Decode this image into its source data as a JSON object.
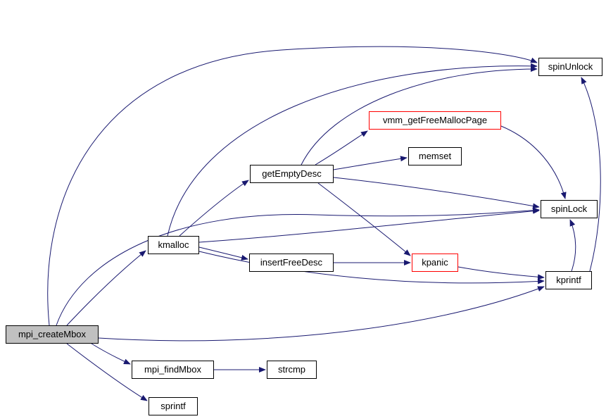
{
  "diagram": {
    "type": "call-graph",
    "description": "Doxygen-style function call graph",
    "colors": {
      "background": "#ffffff",
      "edge": "#191970",
      "node_border": "#000000",
      "node_fill": "#ffffff",
      "highlight_border": "#ff0000",
      "selected_fill": "#c0c0c0",
      "label": "#000000"
    },
    "nodes": [
      {
        "id": "mpi_createMbox",
        "label": "mpi_createMbox",
        "style": "selected"
      },
      {
        "id": "kmalloc",
        "label": "kmalloc",
        "style": "normal"
      },
      {
        "id": "getEmptyDesc",
        "label": "getEmptyDesc",
        "style": "normal"
      },
      {
        "id": "vmm_getFreeMallocPage",
        "label": "vmm_getFreeMallocPage",
        "style": "red"
      },
      {
        "id": "memset",
        "label": "memset",
        "style": "normal"
      },
      {
        "id": "spinUnlock",
        "label": "spinUnlock",
        "style": "normal"
      },
      {
        "id": "spinLock",
        "label": "spinLock",
        "style": "normal"
      },
      {
        "id": "insertFreeDesc",
        "label": "insertFreeDesc",
        "style": "normal"
      },
      {
        "id": "kpanic",
        "label": "kpanic",
        "style": "red"
      },
      {
        "id": "kprintf",
        "label": "kprintf",
        "style": "normal"
      },
      {
        "id": "mpi_findMbox",
        "label": "mpi_findMbox",
        "style": "normal"
      },
      {
        "id": "strcmp",
        "label": "strcmp",
        "style": "normal"
      },
      {
        "id": "sprintf",
        "label": "sprintf",
        "style": "normal"
      }
    ],
    "edges": [
      {
        "from": "mpi_createMbox",
        "to": "kmalloc"
      },
      {
        "from": "mpi_createMbox",
        "to": "mpi_findMbox"
      },
      {
        "from": "mpi_createMbox",
        "to": "sprintf"
      },
      {
        "from": "mpi_createMbox",
        "to": "spinLock"
      },
      {
        "from": "mpi_createMbox",
        "to": "spinUnlock"
      },
      {
        "from": "mpi_createMbox",
        "to": "kprintf"
      },
      {
        "from": "kmalloc",
        "to": "getEmptyDesc"
      },
      {
        "from": "kmalloc",
        "to": "insertFreeDesc"
      },
      {
        "from": "kmalloc",
        "to": "kprintf"
      },
      {
        "from": "kmalloc",
        "to": "spinLock"
      },
      {
        "from": "kmalloc",
        "to": "spinUnlock"
      },
      {
        "from": "getEmptyDesc",
        "to": "vmm_getFreeMallocPage"
      },
      {
        "from": "getEmptyDesc",
        "to": "memset"
      },
      {
        "from": "getEmptyDesc",
        "to": "kpanic"
      },
      {
        "from": "getEmptyDesc",
        "to": "spinLock"
      },
      {
        "from": "getEmptyDesc",
        "to": "spinUnlock"
      },
      {
        "from": "insertFreeDesc",
        "to": "kpanic"
      },
      {
        "from": "kpanic",
        "to": "kprintf"
      },
      {
        "from": "vmm_getFreeMallocPage",
        "to": "spinLock"
      },
      {
        "from": "kprintf",
        "to": "spinLock"
      },
      {
        "from": "kprintf",
        "to": "spinUnlock"
      },
      {
        "from": "mpi_findMbox",
        "to": "strcmp"
      }
    ]
  }
}
